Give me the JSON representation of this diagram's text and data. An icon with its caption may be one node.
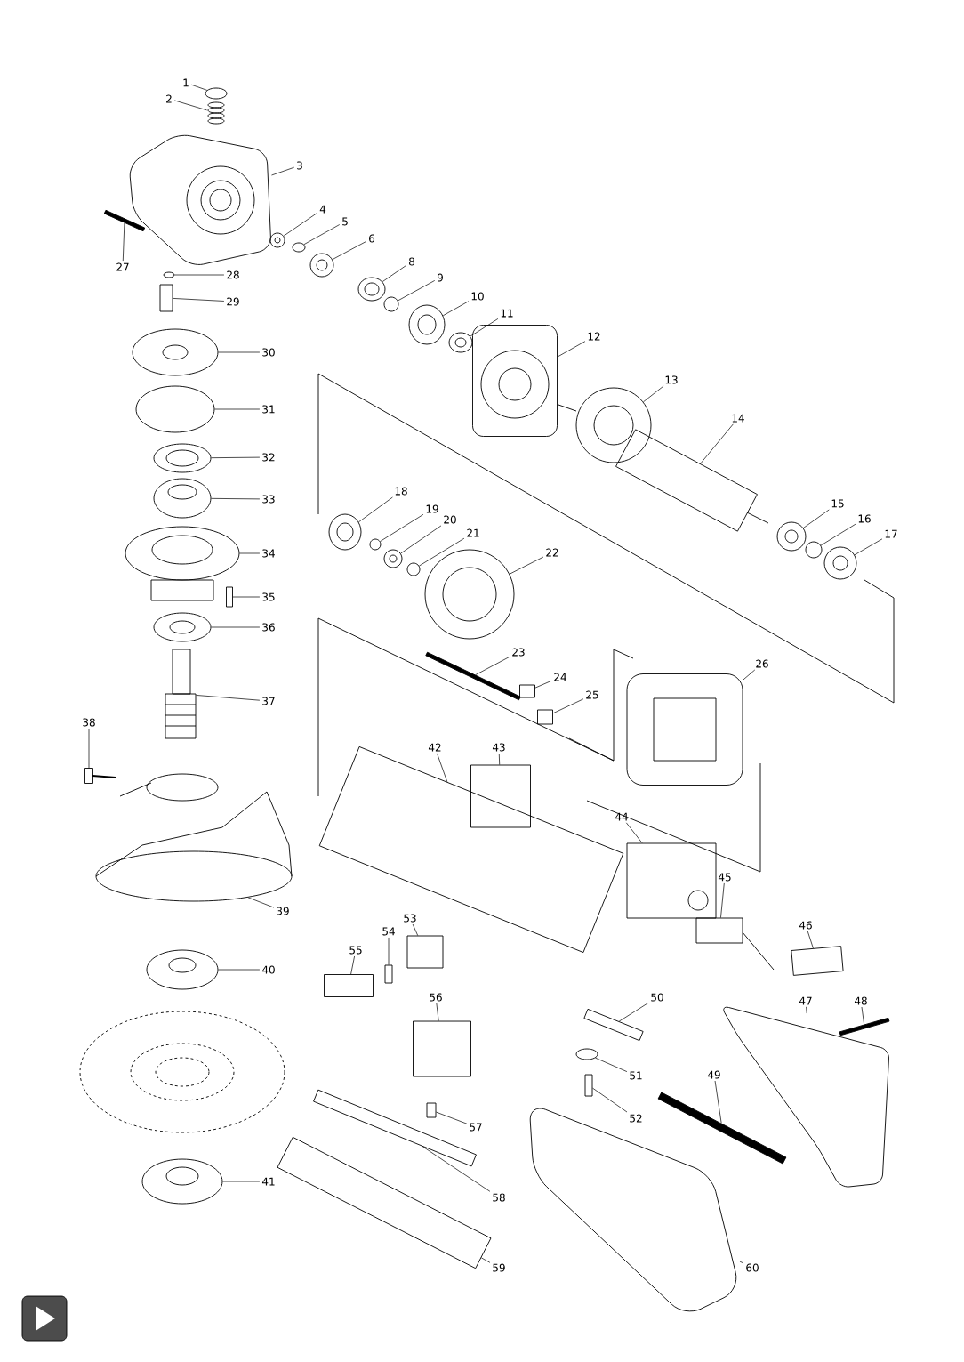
{
  "diagram": {
    "nodes": [
      {
        "text": [
          "1"
        ]
      },
      {
        "text": [
          "2"
        ]
      },
      {
        "text": [
          "3"
        ]
      },
      {
        "text": [
          "4"
        ]
      },
      {
        "text": [
          "5"
        ]
      },
      {
        "text": [
          "6"
        ]
      },
      {
        "text": [
          "8"
        ]
      },
      {
        "text": [
          "9"
        ]
      },
      {
        "text": [
          "10"
        ]
      },
      {
        "text": [
          "11"
        ]
      },
      {
        "text": [
          "12"
        ]
      },
      {
        "text": [
          "13"
        ]
      },
      {
        "text": [
          "14"
        ]
      },
      {
        "text": [
          "15"
        ]
      },
      {
        "text": [
          "16"
        ]
      },
      {
        "text": [
          "17"
        ]
      },
      {
        "text": [
          "18"
        ]
      },
      {
        "text": [
          "19"
        ]
      },
      {
        "text": [
          "20"
        ]
      },
      {
        "text": [
          "21"
        ]
      },
      {
        "text": [
          "22"
        ]
      },
      {
        "text": [
          "23"
        ]
      },
      {
        "text": [
          "24"
        ]
      },
      {
        "text": [
          "25"
        ]
      },
      {
        "text": [
          "26"
        ]
      },
      {
        "text": [
          "27"
        ]
      },
      {
        "text": [
          "28"
        ]
      },
      {
        "text": [
          "29"
        ]
      },
      {
        "text": [
          "30"
        ]
      },
      {
        "text": [
          "31"
        ]
      },
      {
        "text": [
          "32"
        ]
      },
      {
        "text": [
          "33"
        ]
      },
      {
        "text": [
          "34"
        ]
      },
      {
        "text": [
          "35"
        ]
      },
      {
        "text": [
          "36"
        ]
      },
      {
        "text": [
          "37"
        ]
      },
      {
        "text": [
          "38"
        ]
      },
      {
        "text": [
          "39"
        ]
      },
      {
        "text": [
          "40"
        ]
      },
      {
        "text": [
          "41"
        ]
      },
      {
        "text": [
          "42"
        ]
      },
      {
        "text": [
          "43"
        ]
      },
      {
        "text": [
          "44"
        ]
      },
      {
        "text": [
          "45"
        ]
      },
      {
        "text": [
          "46"
        ]
      },
      {
        "text": [
          "47"
        ]
      },
      {
        "text": [
          "48"
        ]
      },
      {
        "text": [
          "49"
        ]
      },
      {
        "text": [
          "50"
        ]
      },
      {
        "text": [
          "51"
        ]
      },
      {
        "text": [
          "52"
        ]
      },
      {
        "text": [
          "53"
        ]
      },
      {
        "text": [
          "54"
        ]
      },
      {
        "text": [
          "55"
        ]
      },
      {
        "text": [
          "56"
        ]
      },
      {
        "text": [
          "57"
        ]
      },
      {
        "text": [
          "58"
        ]
      },
      {
        "text": [
          "59"
        ]
      },
      {
        "text": [
          "60"
        ]
      },
      {
        "text": [],
        "shape": "circle"
      },
      {
        "text": [],
        "shape": "picture"
      },
      {
        "text": [],
        "shape": "picture"
      },
      {
        "text": [],
        "shape": "picture"
      },
      {
        "text": [],
        "shape": "circle"
      },
      {
        "text": [],
        "shape": "picture"
      },
      {
        "text": [],
        "shape": "picture"
      },
      {
        "text": [],
        "shape": "circle"
      },
      {
        "text": [],
        "shape": "picture"
      },
      {
        "text": [],
        "shape": "picture"
      },
      {
        "text": [],
        "shape": "picture"
      },
      {
        "text": [],
        "shape": "picture"
      },
      {
        "text": [],
        "shape": "picture"
      },
      {
        "text": [],
        "shape": "picture"
      },
      {
        "text": [],
        "shape": "circle"
      },
      {
        "text": [],
        "shape": "picture"
      },
      {
        "text": [],
        "shape": "picture"
      },
      {
        "text": [],
        "shape": "circle"
      },
      {
        "text": [],
        "shape": "picture"
      },
      {
        "text": [],
        "shape": "circle"
      },
      {
        "text": [],
        "shape": "picture"
      },
      {
        "text": [],
        "shape": "bar"
      },
      {
        "text": [],
        "shape": "box"
      },
      {
        "text": [],
        "shape": "box"
      },
      {
        "text": [],
        "shape": "picture"
      },
      {
        "text": [],
        "shape": "bar"
      },
      {
        "text": [],
        "shape": "circle"
      },
      {
        "text": [],
        "shape": "box"
      },
      {
        "text": [],
        "shape": "picture"
      },
      {
        "text": [],
        "shape": "circle"
      },
      {
        "text": [],
        "shape": "picture"
      },
      {
        "text": [],
        "shape": "picture"
      },
      {
        "text": [],
        "shape": "picture"
      },
      {
        "text": [],
        "shape": "box"
      },
      {
        "text": [],
        "shape": "picture"
      },
      {
        "text": [],
        "shape": "picture"
      },
      {
        "text": [],
        "shape": "picture"
      },
      {
        "text": [],
        "shape": "picture"
      },
      {
        "text": [],
        "shape": "picture"
      },
      {
        "text": [],
        "shape": "picture"
      },
      {
        "text": [],
        "shape": "picture"
      },
      {
        "text": [],
        "shape": "box"
      },
      {
        "text": [],
        "shape": "picture"
      },
      {
        "text": [],
        "shape": "picture"
      },
      {
        "text": [],
        "shape": "box"
      },
      {
        "text": [],
        "shape": "picture"
      },
      {
        "text": [],
        "shape": "bar"
      },
      {
        "text": [],
        "shape": "bar"
      },
      {
        "text": [],
        "shape": "box"
      },
      {
        "text": [],
        "shape": "circle"
      },
      {
        "text": [],
        "shape": "box"
      },
      {
        "text": [],
        "shape": "box"
      },
      {
        "text": [],
        "shape": "box"
      },
      {
        "text": [],
        "shape": "box"
      },
      {
        "text": [],
        "shape": "box"
      },
      {
        "text": [],
        "shape": "box"
      },
      {
        "text": [],
        "shape": "box"
      },
      {
        "text": [],
        "shape": "picture"
      },
      {
        "text": [],
        "shape": "picture"
      }
    ],
    "edges": [
      {
        "from": 0,
        "to": 59,
        "arrow": "none"
      },
      {
        "from": 1,
        "to": 60,
        "arrow": "none"
      },
      {
        "from": 2,
        "to": 61,
        "arrow": "none"
      },
      {
        "from": 3,
        "to": 62,
        "arrow": "none"
      },
      {
        "from": 4,
        "to": 63,
        "arrow": "none"
      },
      {
        "from": 5,
        "to": 64,
        "arrow": "none"
      },
      {
        "from": 6,
        "to": 65,
        "arrow": "none"
      },
      {
        "from": 7,
        "to": 66,
        "arrow": "none"
      },
      {
        "from": 8,
        "to": 67,
        "arrow": "none"
      },
      {
        "from": 9,
        "to": 68,
        "arrow": "none"
      },
      {
        "from": 10,
        "to": 69,
        "arrow": "none"
      },
      {
        "from": 11,
        "to": 70,
        "arrow": "none"
      },
      {
        "from": 12,
        "to": 71,
        "arrow": "none"
      },
      {
        "from": 13,
        "to": 72,
        "arrow": "none"
      },
      {
        "from": 14,
        "to": 73,
        "arrow": "none"
      },
      {
        "from": 15,
        "to": 74,
        "arrow": "none"
      },
      {
        "from": 16,
        "to": 75,
        "arrow": "none"
      },
      {
        "from": 17,
        "to": 76,
        "arrow": "none"
      },
      {
        "from": 18,
        "to": 77,
        "arrow": "none"
      },
      {
        "from": 19,
        "to": 78,
        "arrow": "none"
      },
      {
        "from": 20,
        "to": 79,
        "arrow": "none"
      },
      {
        "from": 21,
        "to": 80,
        "arrow": "none"
      },
      {
        "from": 22,
        "to": 81,
        "arrow": "none"
      },
      {
        "from": 23,
        "to": 82,
        "arrow": "none"
      },
      {
        "from": 24,
        "to": 83,
        "arrow": "none"
      },
      {
        "from": 25,
        "to": 84,
        "arrow": "none"
      },
      {
        "from": 26,
        "to": 85,
        "arrow": "none"
      },
      {
        "from": 27,
        "to": 86,
        "arrow": "none"
      },
      {
        "from": 28,
        "to": 87,
        "arrow": "none"
      },
      {
        "from": 29,
        "to": 88,
        "arrow": "none"
      },
      {
        "from": 30,
        "to": 89,
        "arrow": "none"
      },
      {
        "from": 31,
        "to": 90,
        "arrow": "none"
      },
      {
        "from": 32,
        "to": 91,
        "arrow": "none"
      },
      {
        "from": 33,
        "to": 92,
        "arrow": "none"
      },
      {
        "from": 34,
        "to": 93,
        "arrow": "none"
      },
      {
        "from": 35,
        "to": 94,
        "arrow": "none"
      },
      {
        "from": 36,
        "to": 95,
        "arrow": "none"
      },
      {
        "from": 37,
        "to": 96,
        "arrow": "none"
      },
      {
        "from": 38,
        "to": 97,
        "arrow": "none"
      },
      {
        "from": 39,
        "to": 98,
        "arrow": "none"
      },
      {
        "from": 40,
        "to": 99,
        "arrow": "none"
      },
      {
        "from": 41,
        "to": 100,
        "arrow": "none"
      },
      {
        "from": 42,
        "to": 101,
        "arrow": "none"
      },
      {
        "from": 43,
        "to": 102,
        "arrow": "none"
      },
      {
        "from": 44,
        "to": 103,
        "arrow": "none"
      },
      {
        "from": 45,
        "to": 104,
        "arrow": "none"
      },
      {
        "from": 46,
        "to": 105,
        "arrow": "none"
      },
      {
        "from": 47,
        "to": 106,
        "arrow": "none"
      },
      {
        "from": 48,
        "to": 107,
        "arrow": "none"
      },
      {
        "from": 49,
        "to": 108,
        "arrow": "none"
      },
      {
        "from": 50,
        "to": 109,
        "arrow": "none"
      },
      {
        "from": 51,
        "to": 110,
        "arrow": "none"
      },
      {
        "from": 52,
        "to": 111,
        "arrow": "none"
      },
      {
        "from": 53,
        "to": 112,
        "arrow": "none"
      },
      {
        "from": 54,
        "to": 113,
        "arrow": "none"
      },
      {
        "from": 55,
        "to": 114,
        "arrow": "none"
      },
      {
        "from": 56,
        "to": 115,
        "arrow": "none"
      },
      {
        "from": 57,
        "to": 116,
        "arrow": "none"
      },
      {
        "from": 58,
        "to": 117,
        "arrow": "none"
      }
    ]
  }
}
